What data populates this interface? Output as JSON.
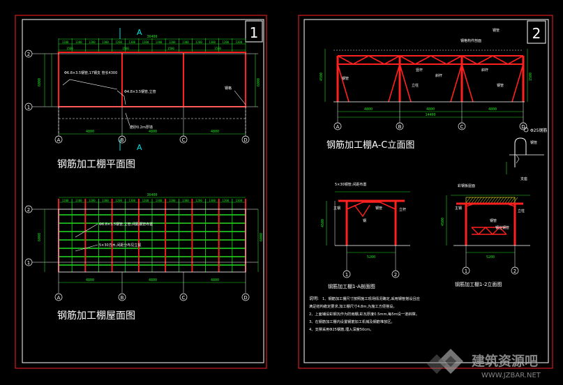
{
  "sheet1": {
    "number": "1",
    "section_mark": "A",
    "plan": {
      "title": "钢筋加工棚平面图",
      "total_dim": "36400",
      "bay_dims": [
        "1200",
        "1300",
        "1200",
        "1300",
        "1200",
        "1300",
        "1200",
        "1300",
        "1200",
        "1300",
        "1200",
        "1300",
        "1200",
        "1300"
      ],
      "mid_dims": [
        "1500",
        "1500",
        "1500",
        "1500"
      ],
      "span_dims": [
        "4800",
        "4800",
        "4800"
      ],
      "col_labels": [
        "A",
        "B",
        "C",
        "D"
      ],
      "row_labels": [
        "2",
        "1"
      ],
      "depth_dim": "6000",
      "notes": [
        "Φ6.8×3.5钢管,17钢支 管长4300",
        "Φ4.8×3.5钢管,立管",
        "钢格",
        "磨砂0.2m厚墙"
      ]
    },
    "roof": {
      "title": "钢筋加工棚屋面图",
      "total_dim": "36400",
      "span_dims": [
        "4800",
        "4800",
        "4800"
      ],
      "col_labels": [
        "A",
        "B",
        "C",
        "D"
      ],
      "row_labels": [
        "2",
        "1"
      ],
      "depth_dim": "6000",
      "notes": [
        "Φ6.8×3.5钢管,立管,间距钢管布置",
        "5×30方木,间距分布见立视"
      ]
    }
  },
  "sheet2": {
    "number": "2",
    "elevation": {
      "title": "钢筋加工棚A-C立面图",
      "total_dim": "14400",
      "span_dims": [
        "4800",
        "4800",
        "4800"
      ],
      "col_labels": [
        "A",
        "B",
        "C",
        "D"
      ],
      "height_dims": [
        "1500",
        "4500"
      ],
      "labels": [
        "钢管",
        "钢格构件剖面",
        "钢管",
        "竖杆",
        "斜杆",
        "斜杆",
        "钢管",
        "立柱"
      ]
    },
    "section_a": {
      "title": "钢筋加工棚1-A剖面图",
      "width_dim": "5200",
      "height_dim": "4500",
      "axis_labels": [
        "1",
        "2"
      ],
      "labels": [
        "5×30钢管,间距布置",
        "钢管",
        "立杆",
        "主钢",
        "钢"
      ]
    },
    "section_b": {
      "title": "钢筋加工棚1-2立面图",
      "width_dim": "5200",
      "height_dim": "4500",
      "axis_labels": [
        "1",
        "2"
      ],
      "labels": [
        "彩钢板屋面",
        "钢管",
        "钢丝钢管",
        "主钢",
        "立柱"
      ]
    },
    "detail": {
      "label": "Φ25钢筋",
      "sublabels": [
        "钢管",
        "支座"
      ]
    },
    "notes_title": "说明:",
    "notes": [
      "1、钢筋加工棚尺寸按照施工现场情况确定,采用钢管搭设且应",
      "   满足结构稳定要求,加工棚尺寸4.8m,为施工方便搭设。",
      "2、上面铺设彩钢瓦作为防雨棚,彩瓦厚度0.5mm,每5m设一道斜撑。",
      "3、在钢筋加工棚内设置钢筋加工机械及钢筋堆放区。",
      "4、支撑采用Φ25钢筋,埋入深度50cm。"
    ]
  },
  "watermark": {
    "cn": "建筑资源吧",
    "en": "WWW.JZBAR.NET"
  },
  "colors": {
    "frame": "#ff2020",
    "structure": "#ff2020",
    "grid": "#ffffff",
    "dimension": "#22e022",
    "annotation": "#00e0e0",
    "text": "#ffffff"
  }
}
